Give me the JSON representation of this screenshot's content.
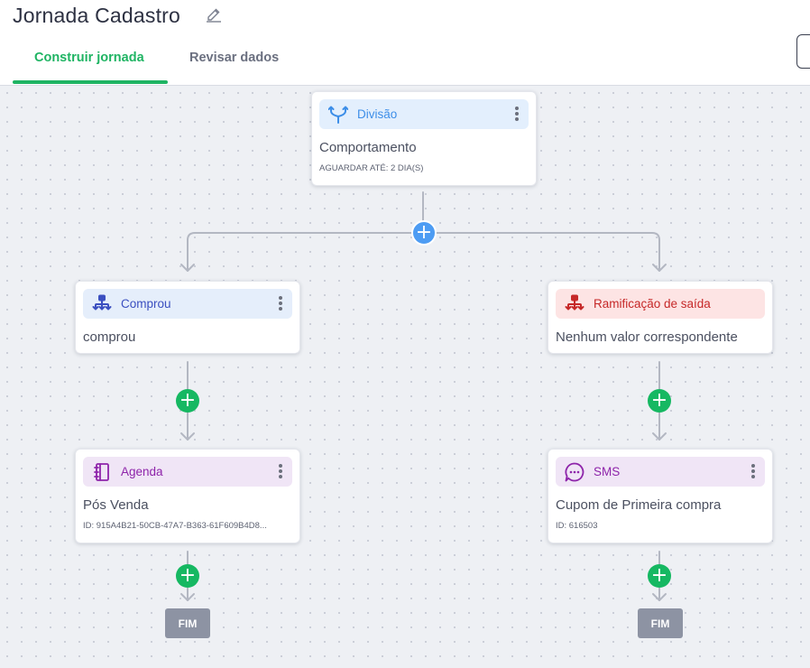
{
  "header": {
    "title": "Jornada Cadastro",
    "tabs": [
      {
        "label": "Construir jornada",
        "active": true
      },
      {
        "label": "Revisar dados",
        "active": false
      }
    ]
  },
  "colors": {
    "accent": "#1fb463",
    "split_blue": "#3d8ee8",
    "branch_red": "#c62828",
    "purple": "#8e24aa",
    "fim_gray": "#8d93a3"
  },
  "nodes": {
    "divisao": {
      "label": "Divisão",
      "icon": "split-icon",
      "title": "Comportamento",
      "subtitle": "AGUARDAR ATÉ: 2 DIA(S)"
    },
    "comprou": {
      "label": "Comprou",
      "icon": "branch-icon",
      "title": "comprou"
    },
    "ramificacao": {
      "label": "Ramificação de saída",
      "icon": "branch-icon",
      "title": "Nenhum valor correspondente"
    },
    "agenda": {
      "label": "Agenda",
      "icon": "notebook-icon",
      "title": "Pós Venda",
      "subtitle": "ID: 915A4B21-50CB-47A7-B363-61F609B4D8..."
    },
    "sms": {
      "label": "SMS",
      "icon": "chat-bubble-icon",
      "title": "Cupom de Primeira compra",
      "subtitle": "ID: 616503"
    }
  },
  "end": {
    "left_label": "FIM",
    "right_label": "FIM"
  }
}
